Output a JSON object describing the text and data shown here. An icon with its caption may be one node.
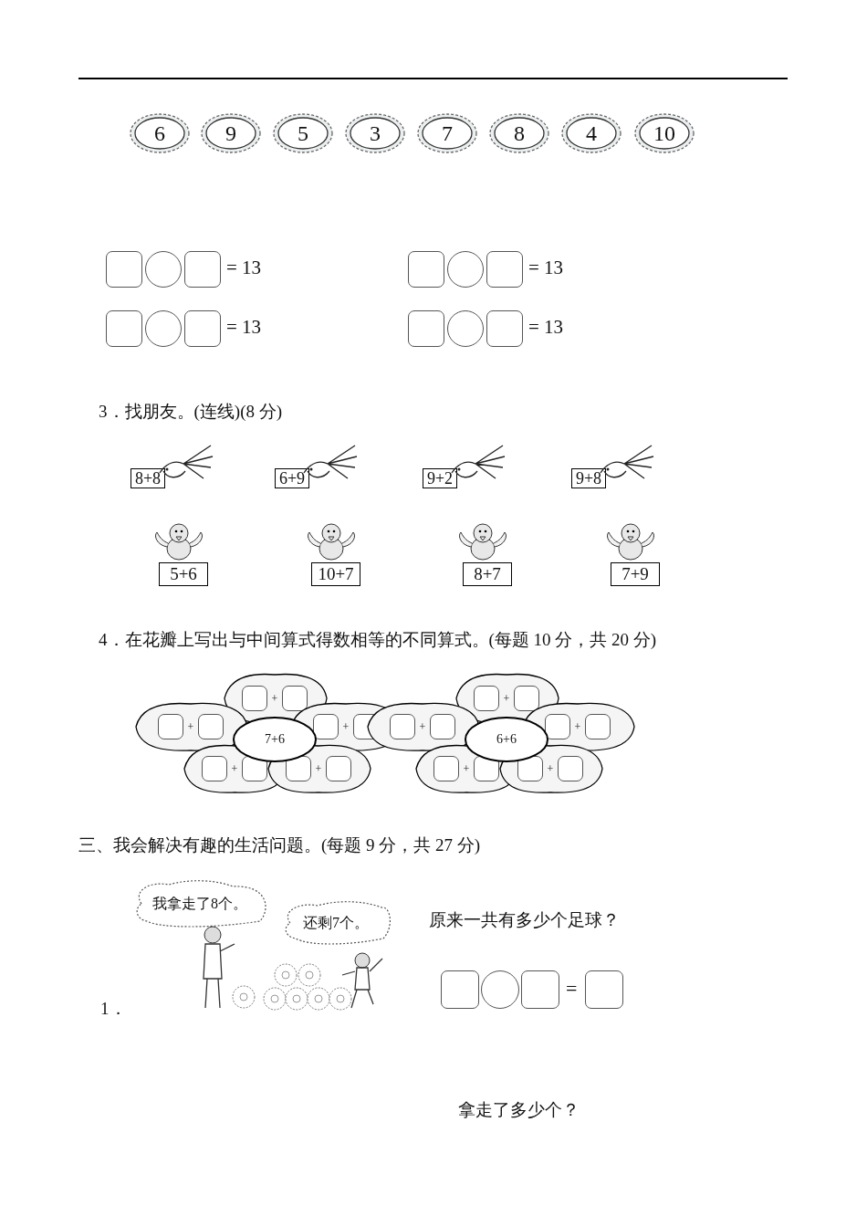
{
  "diagram": {
    "nodes": [
      {
        "text": [
          "6"
        ]
      },
      {
        "text": [
          "9"
        ]
      },
      {
        "text": [
          "5"
        ]
      },
      {
        "text": [
          "3"
        ]
      },
      {
        "text": [
          "7"
        ]
      },
      {
        "text": [
          "8"
        ]
      },
      {
        "text": [
          "4"
        ]
      },
      {
        "text": [
          "10"
        ]
      },
      {
        "text": [
          "8+8"
        ]
      },
      {
        "text": [
          "6+9"
        ]
      },
      {
        "text": [
          "9+2"
        ]
      },
      {
        "text": [
          "9+8"
        ]
      },
      {
        "text": [
          "5+6"
        ]
      },
      {
        "text": [
          "10+7"
        ]
      },
      {
        "text": [
          "8+7"
        ]
      },
      {
        "text": [
          "7+9"
        ]
      },
      {
        "text": [
          "7+6"
        ]
      },
      {
        "text": [
          "+"
        ]
      },
      {
        "text": [
          "+"
        ]
      },
      {
        "text": [
          "+"
        ]
      },
      {
        "text": [
          "+"
        ]
      },
      {
        "text": [
          "+"
        ]
      },
      {
        "text": [
          "6+6"
        ]
      },
      {
        "text": [
          "+"
        ]
      },
      {
        "text": [
          "+"
        ]
      },
      {
        "text": [
          "+"
        ]
      },
      {
        "text": [
          "+"
        ]
      },
      {
        "text": [
          "+"
        ]
      },
      {
        "text": [
          "我拿走了8个。"
        ]
      },
      {
        "text": [
          "还剩7个。"
        ]
      }
    ],
    "labels": [
      "= 13",
      "= 13",
      "= 13",
      "= 13",
      "3．找朋友。(连线)(8 分)",
      "4．在花瓣上写出与中间算式得数相等的不同算式。(每题 10 分，共 20 分)",
      "三、我会解决有趣的生活问题。(每题 9 分，共 27 分)",
      "原来一共有多少个足球？",
      "=",
      "1．",
      "拿走了多少个？"
    ]
  }
}
